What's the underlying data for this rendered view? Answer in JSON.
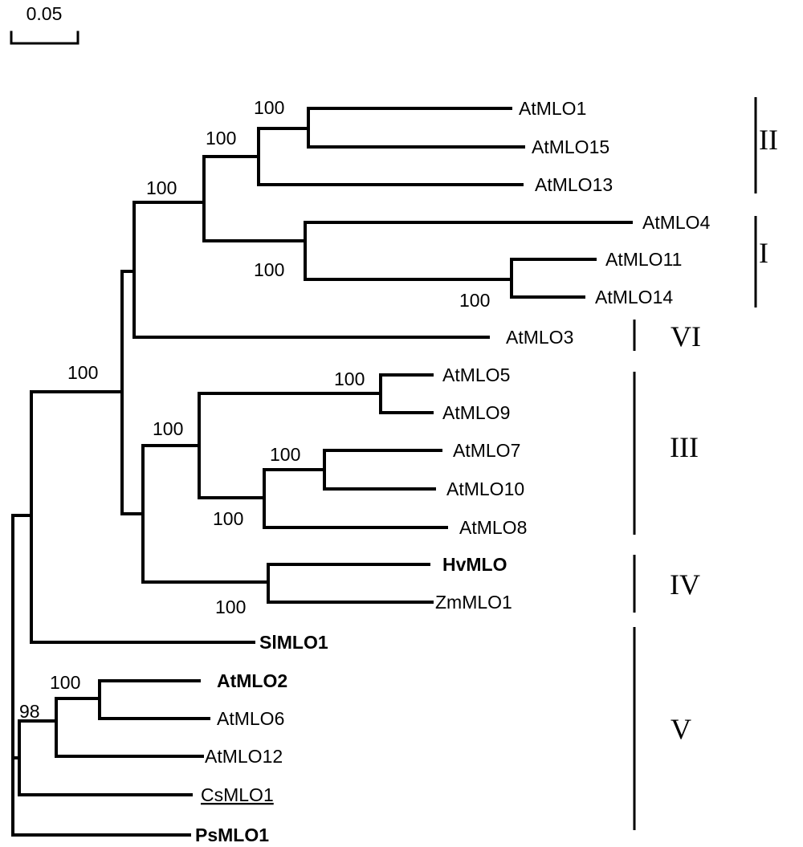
{
  "scale_bar": {
    "label": "0.05"
  },
  "leaves": [
    {
      "id": "AtMLO1",
      "label": "AtMLO1",
      "bold": false,
      "underline": false
    },
    {
      "id": "AtMLO15",
      "label": "AtMLO15",
      "bold": false,
      "underline": false
    },
    {
      "id": "AtMLO13",
      "label": "AtMLO13",
      "bold": false,
      "underline": false
    },
    {
      "id": "AtMLO4",
      "label": "AtMLO4",
      "bold": false,
      "underline": false
    },
    {
      "id": "AtMLO11",
      "label": "AtMLO11",
      "bold": false,
      "underline": false
    },
    {
      "id": "AtMLO14",
      "label": "AtMLO14",
      "bold": false,
      "underline": false
    },
    {
      "id": "AtMLO3",
      "label": "AtMLO3",
      "bold": false,
      "underline": false
    },
    {
      "id": "AtMLO5",
      "label": "AtMLO5",
      "bold": false,
      "underline": false
    },
    {
      "id": "AtMLO9",
      "label": "AtMLO9",
      "bold": false,
      "underline": false
    },
    {
      "id": "AtMLO7",
      "label": "AtMLO7",
      "bold": false,
      "underline": false
    },
    {
      "id": "AtMLO10",
      "label": "AtMLO10",
      "bold": false,
      "underline": false
    },
    {
      "id": "AtMLO8",
      "label": "AtMLO8",
      "bold": false,
      "underline": false
    },
    {
      "id": "HvMLO",
      "label": "HvMLO",
      "bold": true,
      "underline": false
    },
    {
      "id": "ZmMLO1",
      "label": "ZmMLO1",
      "bold": false,
      "underline": false
    },
    {
      "id": "SlMLO1",
      "label": "SlMLO1",
      "bold": true,
      "underline": false
    },
    {
      "id": "AtMLO2",
      "label": "AtMLO2",
      "bold": true,
      "underline": false
    },
    {
      "id": "AtMLO6",
      "label": "AtMLO6",
      "bold": false,
      "underline": false
    },
    {
      "id": "AtMLO12",
      "label": "AtMLO12",
      "bold": false,
      "underline": false
    },
    {
      "id": "CsMLO1",
      "label": "CsMLO1",
      "bold": false,
      "underline": true
    },
    {
      "id": "PsMLO1",
      "label": "PsMLO1",
      "bold": true,
      "underline": false
    }
  ],
  "bootstrap": [
    {
      "node": "AtMLO1_AtMLO15",
      "value": "100"
    },
    {
      "node": "cladeII",
      "value": "100"
    },
    {
      "node": "cladeI_II",
      "value": "100"
    },
    {
      "node": "cladeI",
      "value": "100"
    },
    {
      "node": "AtMLO11_AtMLO14",
      "value": "100"
    },
    {
      "node": "ingroup",
      "value": "100"
    },
    {
      "node": "AtMLO5_AtMLO9",
      "value": "100"
    },
    {
      "node": "cladeIII",
      "value": "100"
    },
    {
      "node": "AtMLO7_AtMLO10",
      "value": "100"
    },
    {
      "node": "AtMLO7_10_8",
      "value": "100"
    },
    {
      "node": "cladeIV",
      "value": "100"
    },
    {
      "node": "AtMLO2_AtMLO6",
      "value": "100"
    },
    {
      "node": "AtMLO2_6_12",
      "value": "98"
    }
  ],
  "groups": [
    {
      "label": "II"
    },
    {
      "label": "I"
    },
    {
      "label": "VI"
    },
    {
      "label": "III"
    },
    {
      "label": "IV"
    },
    {
      "label": "V"
    }
  ]
}
